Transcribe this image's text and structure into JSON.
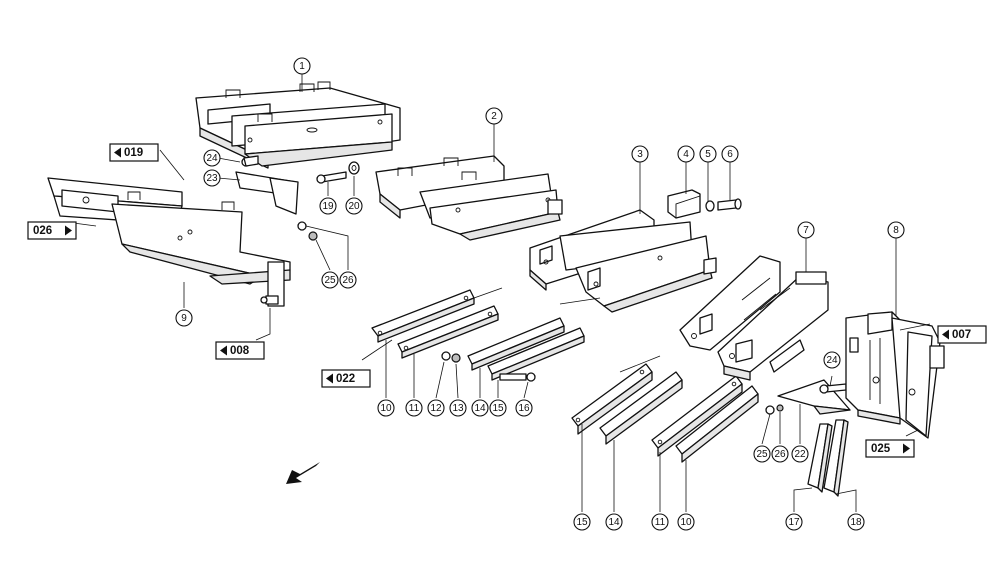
{
  "diagram": {
    "callouts": [
      {
        "id": "c1",
        "label": "1"
      },
      {
        "id": "c2",
        "label": "2"
      },
      {
        "id": "c3",
        "label": "3"
      },
      {
        "id": "c4",
        "label": "4"
      },
      {
        "id": "c5",
        "label": "5"
      },
      {
        "id": "c6",
        "label": "6"
      },
      {
        "id": "c7",
        "label": "7"
      },
      {
        "id": "c8",
        "label": "8"
      },
      {
        "id": "c9",
        "label": "9"
      },
      {
        "id": "c10a",
        "label": "10"
      },
      {
        "id": "c11a",
        "label": "11"
      },
      {
        "id": "c12",
        "label": "12"
      },
      {
        "id": "c13",
        "label": "13"
      },
      {
        "id": "c14a",
        "label": "14"
      },
      {
        "id": "c15a",
        "label": "15"
      },
      {
        "id": "c16",
        "label": "16"
      },
      {
        "id": "c15b",
        "label": "15"
      },
      {
        "id": "c14b",
        "label": "14"
      },
      {
        "id": "c11b",
        "label": "11"
      },
      {
        "id": "c10b",
        "label": "10"
      },
      {
        "id": "c17",
        "label": "17"
      },
      {
        "id": "c18",
        "label": "18"
      },
      {
        "id": "c19",
        "label": "19"
      },
      {
        "id": "c20",
        "label": "20"
      },
      {
        "id": "c22",
        "label": "22"
      },
      {
        "id": "c23",
        "label": "23"
      },
      {
        "id": "c24a",
        "label": "24"
      },
      {
        "id": "c24b",
        "label": "24"
      },
      {
        "id": "c25a",
        "label": "25"
      },
      {
        "id": "c25b",
        "label": "25"
      },
      {
        "id": "c26a",
        "label": "26"
      },
      {
        "id": "c26b",
        "label": "26"
      }
    ],
    "references": [
      {
        "id": "r019",
        "label": "019",
        "arrow": "left"
      },
      {
        "id": "r026",
        "label": "026",
        "arrow": "right"
      },
      {
        "id": "r008",
        "label": "008",
        "arrow": "left"
      },
      {
        "id": "r022",
        "label": "022",
        "arrow": "left"
      },
      {
        "id": "r007",
        "label": "007",
        "arrow": "left"
      },
      {
        "id": "r025",
        "label": "025",
        "arrow": "right"
      }
    ],
    "direction_icon": "front-direction-arrow-icon"
  }
}
